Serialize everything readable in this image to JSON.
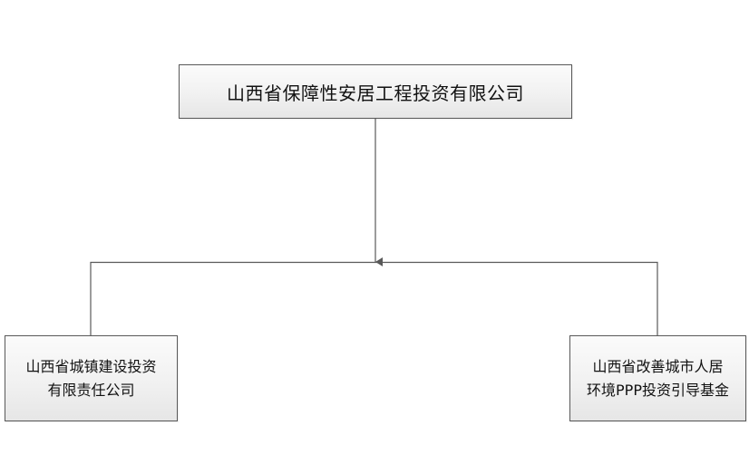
{
  "diagram": {
    "type": "org-chart",
    "root": {
      "label": "山西省保障性安居工程投资有限公司"
    },
    "children": [
      {
        "label": "山西省城镇建设投资\n有限责任公司"
      },
      {
        "label": "山西省改善城市人居\n环境PPP投资引导基金"
      }
    ]
  },
  "colors": {
    "border": "#595959",
    "connector": "#595959",
    "box_fill_top": "#fbfbfb",
    "box_fill_bottom": "#e6e6e6",
    "text": "#111111"
  }
}
